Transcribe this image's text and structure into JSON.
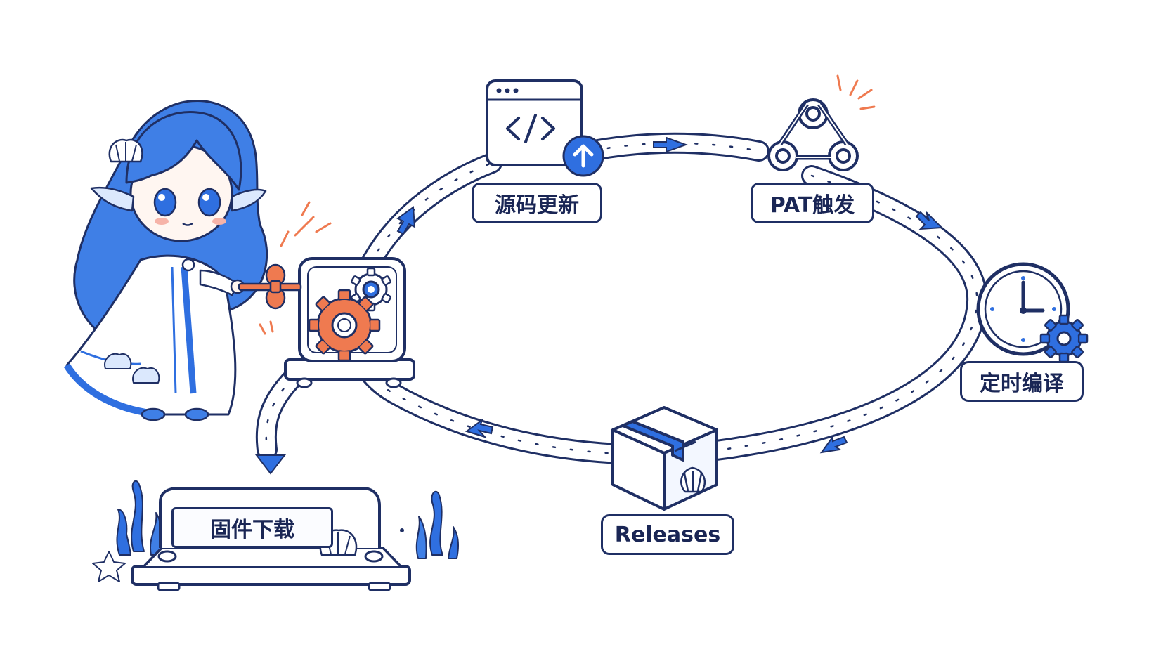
{
  "diagram": {
    "nodes": {
      "source_update": {
        "label": "源码更新",
        "icon": "code-window-icon"
      },
      "pat_trigger": {
        "label": "PAT触发",
        "icon": "webhook-icon"
      },
      "scheduled_build": {
        "label": "定时编译",
        "icon": "clock-gear-icon"
      },
      "releases": {
        "label": "Releases",
        "icon": "package-box-icon"
      },
      "build_machine": {
        "icon": "gear-machine-icon"
      },
      "firmware_download": {
        "label": "固件下载",
        "icon": "shell-icon"
      }
    },
    "flow": [
      "源码更新",
      "PAT触发",
      "定时编译",
      "Releases",
      "build_machine",
      "源码更新"
    ],
    "branch": [
      "build_machine",
      "固件下载"
    ]
  },
  "colors": {
    "outline": "#1f2f64",
    "accent_blue": "#2f6fe0",
    "light_blue": "#dbe8fd",
    "accent_orange": "#ef7a50",
    "background": "#ffffff"
  }
}
